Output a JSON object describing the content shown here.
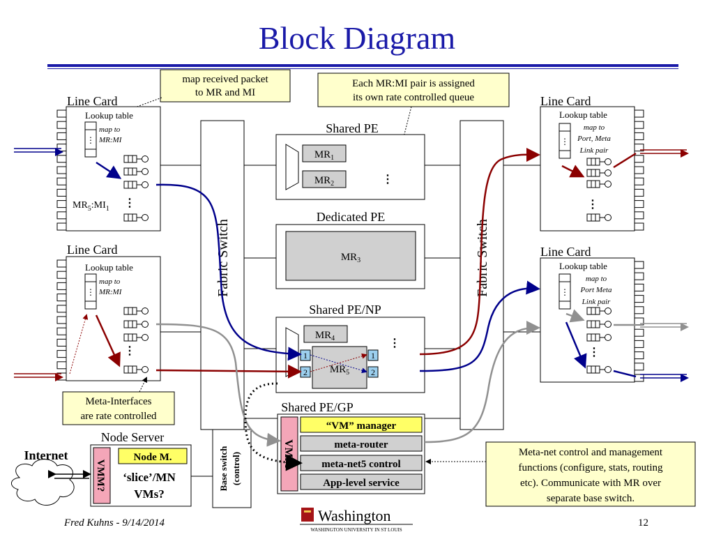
{
  "title": "Block Diagram",
  "callouts": {
    "map_packet": [
      "map received packet",
      "to MR and MI"
    ],
    "rate_queue": [
      "Each MR:MI pair is assigned",
      "its own rate controlled queue"
    ],
    "meta_interfaces": [
      "Meta-Interfaces",
      "are rate controlled"
    ],
    "meta_net_control": [
      "Meta-net control and management",
      "functions (configure, stats, routing",
      "etc). Communicate with MR over",
      "separate base switch."
    ]
  },
  "line_cards": {
    "label": "Line Card",
    "lookup_label": "Lookup table",
    "map_left": [
      "map to",
      "MR:MI"
    ],
    "map_right_top": [
      "map to",
      "Port, Meta",
      "Link pair"
    ],
    "map_right_bottom": [
      "map to",
      "Port Meta",
      "Link pair"
    ],
    "mr_mi_label": "MR",
    "mr_mi_sub": "5",
    "mr_mi_mid": ":MI",
    "mr_mi_sub2": "1"
  },
  "fabric_switch": "Fabric Switch",
  "base_switch": [
    "Base switch",
    "(control)"
  ],
  "shared_pe": {
    "label": "Shared PE",
    "mr1": "MR",
    "mr1_sub": "1",
    "mr2": "MR",
    "mr2_sub": "2"
  },
  "dedicated_pe": {
    "label": "Dedicated PE",
    "mr3": "MR",
    "mr3_sub": "3"
  },
  "shared_pe_np": {
    "label": "Shared PE/NP",
    "mr4": "MR",
    "mr4_sub": "4",
    "mr5": "MR",
    "mr5_sub": "5",
    "port1": "1",
    "port2": "2"
  },
  "shared_pe_gp": {
    "label": "Shared PE/GP",
    "vmm": "VMM",
    "rows": [
      "“VM” manager",
      "meta-router",
      "meta-net5 control",
      "App-level service"
    ]
  },
  "node_server": {
    "label": "Node Server",
    "vmm": "VMM?",
    "node_m": "Node M.",
    "slice_text": [
      "‘slice’/MN",
      "VMs?"
    ]
  },
  "internet": "Internet",
  "footer": {
    "author": "Fred Kuhns - 9/14/2014",
    "logo": "Washington",
    "logo_sub": "WASHINGTON UNIVERSITY IN ST LOUIS",
    "page": "12"
  },
  "colors": {
    "title": "#1a1aa8",
    "red_path": "#8b0000",
    "blue_path": "#00008b",
    "gray_path": "#909090",
    "callout_fill": "#ffffcc",
    "gray_box": "#d0d0d0",
    "yellow": "#ffff66",
    "pink": "#f4a6b8",
    "port_blue": "#9ccfee"
  }
}
